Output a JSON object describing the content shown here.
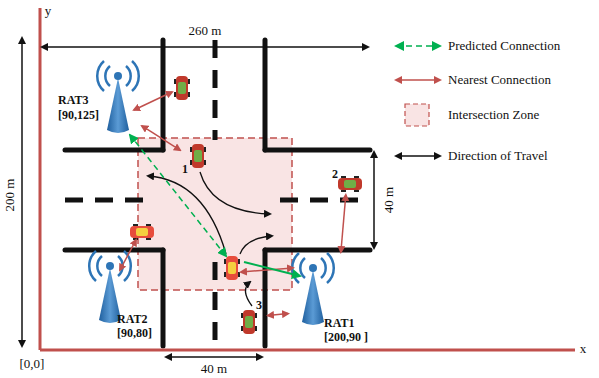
{
  "diagram": {
    "nodes": [
      {
        "text": [
          "RAT3",
          "[90,125]"
        ]
      },
      {
        "text": [
          "1"
        ]
      },
      {
        "text": [
          "2"
        ]
      },
      {
        "text": [
          "RAT2",
          "[90,80]"
        ]
      },
      {
        "text": [
          "3"
        ]
      },
      {
        "text": [
          "RAT1",
          "[200,90 ]"
        ]
      }
    ],
    "edges": [
      {
        "from": 1,
        "to": 0,
        "arrow": "both"
      },
      {
        "from": 2,
        "to": 5,
        "arrow": "both"
      },
      {
        "from": 4,
        "to": 5,
        "arrow": "both"
      }
    ],
    "labels": [
      "y",
      "x",
      "[0,0]",
      "260 m",
      "200 m",
      "40 m",
      "40 m"
    ],
    "legend": [
      {
        "text": "Predicted Connection"
      },
      {
        "text": "Nearest Connection"
      },
      {
        "text": "Intersection Zone"
      },
      {
        "text": "Direction of Travel"
      }
    ]
  }
}
